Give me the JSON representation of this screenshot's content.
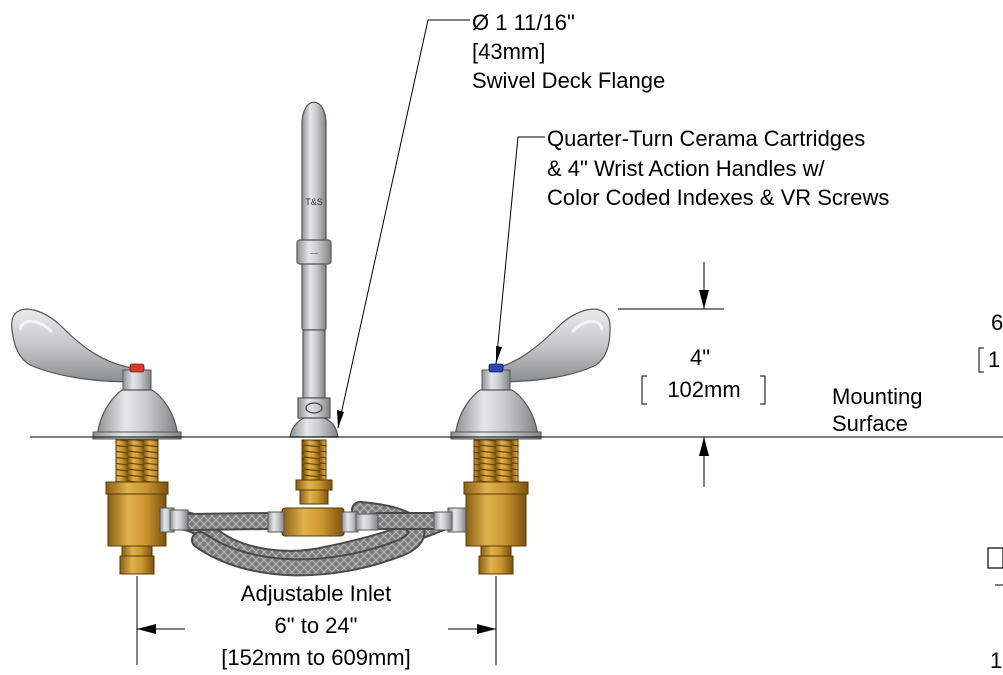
{
  "callouts": {
    "flange": {
      "line1": "Ø 1 11/16\"",
      "line2": "[43mm]",
      "line3": "Swivel Deck Flange"
    },
    "cartridge": {
      "line1": "Quarter-Turn Cerama Cartridges",
      "line2": "& 4\" Wrist Action Handles w/",
      "line3": "Color Coded Indexes & VR Screws"
    }
  },
  "dimensions": {
    "handle_height": {
      "imperial": "4\"",
      "metric": "102mm"
    },
    "mounting_surface": {
      "line1": "Mounting",
      "line2": "Surface"
    },
    "inlet": {
      "line1": "Adjustable Inlet",
      "line2": "6\" to 24\"",
      "line3": "[152mm to 609mm]"
    },
    "cropped_right": {
      "top_char": "6",
      "mid_char": "1",
      "bottom_char": "1"
    }
  },
  "colors": {
    "hot_index": "#d83a2e",
    "cold_index": "#2f45b5",
    "brass": "#c9952f",
    "chrome": "#bfc3c5"
  }
}
